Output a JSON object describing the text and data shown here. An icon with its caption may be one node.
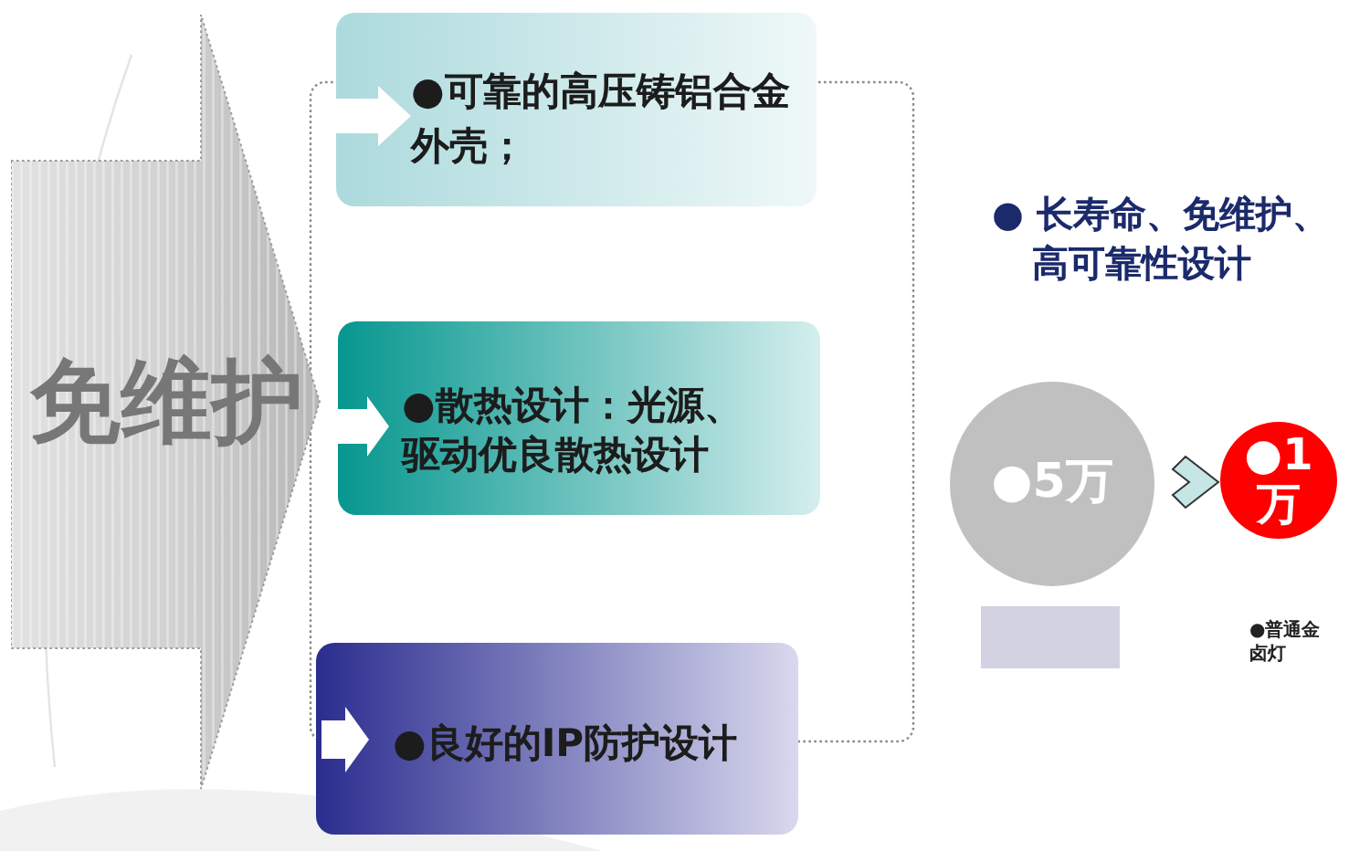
{
  "diagram": {
    "nodes": [
      {
        "text": [
          "免维护"
        ]
      },
      {
        "text": [
          "●可靠的高压铸铝合金外壳；"
        ]
      },
      {
        "text": [
          "●散热设计：光源、驱动优良散热设计"
        ]
      },
      {
        "text": [
          "●良好的IP防护设计"
        ]
      },
      {
        "text": [
          "●5万"
        ]
      },
      {
        "text": [
          "●1万"
        ]
      },
      {
        "text": [],
        "shape": "box"
      }
    ],
    "edges": [
      {
        "from": 0,
        "to": 1,
        "arrow": "to"
      },
      {
        "from": 0,
        "to": 2,
        "arrow": "to"
      },
      {
        "from": 0,
        "to": 3,
        "arrow": "to"
      },
      {
        "from": 4,
        "to": 5,
        "arrow": "to"
      }
    ],
    "labels": [
      "● 长寿命、免维护、高可靠性设计",
      "●普通金卤灯"
    ]
  }
}
